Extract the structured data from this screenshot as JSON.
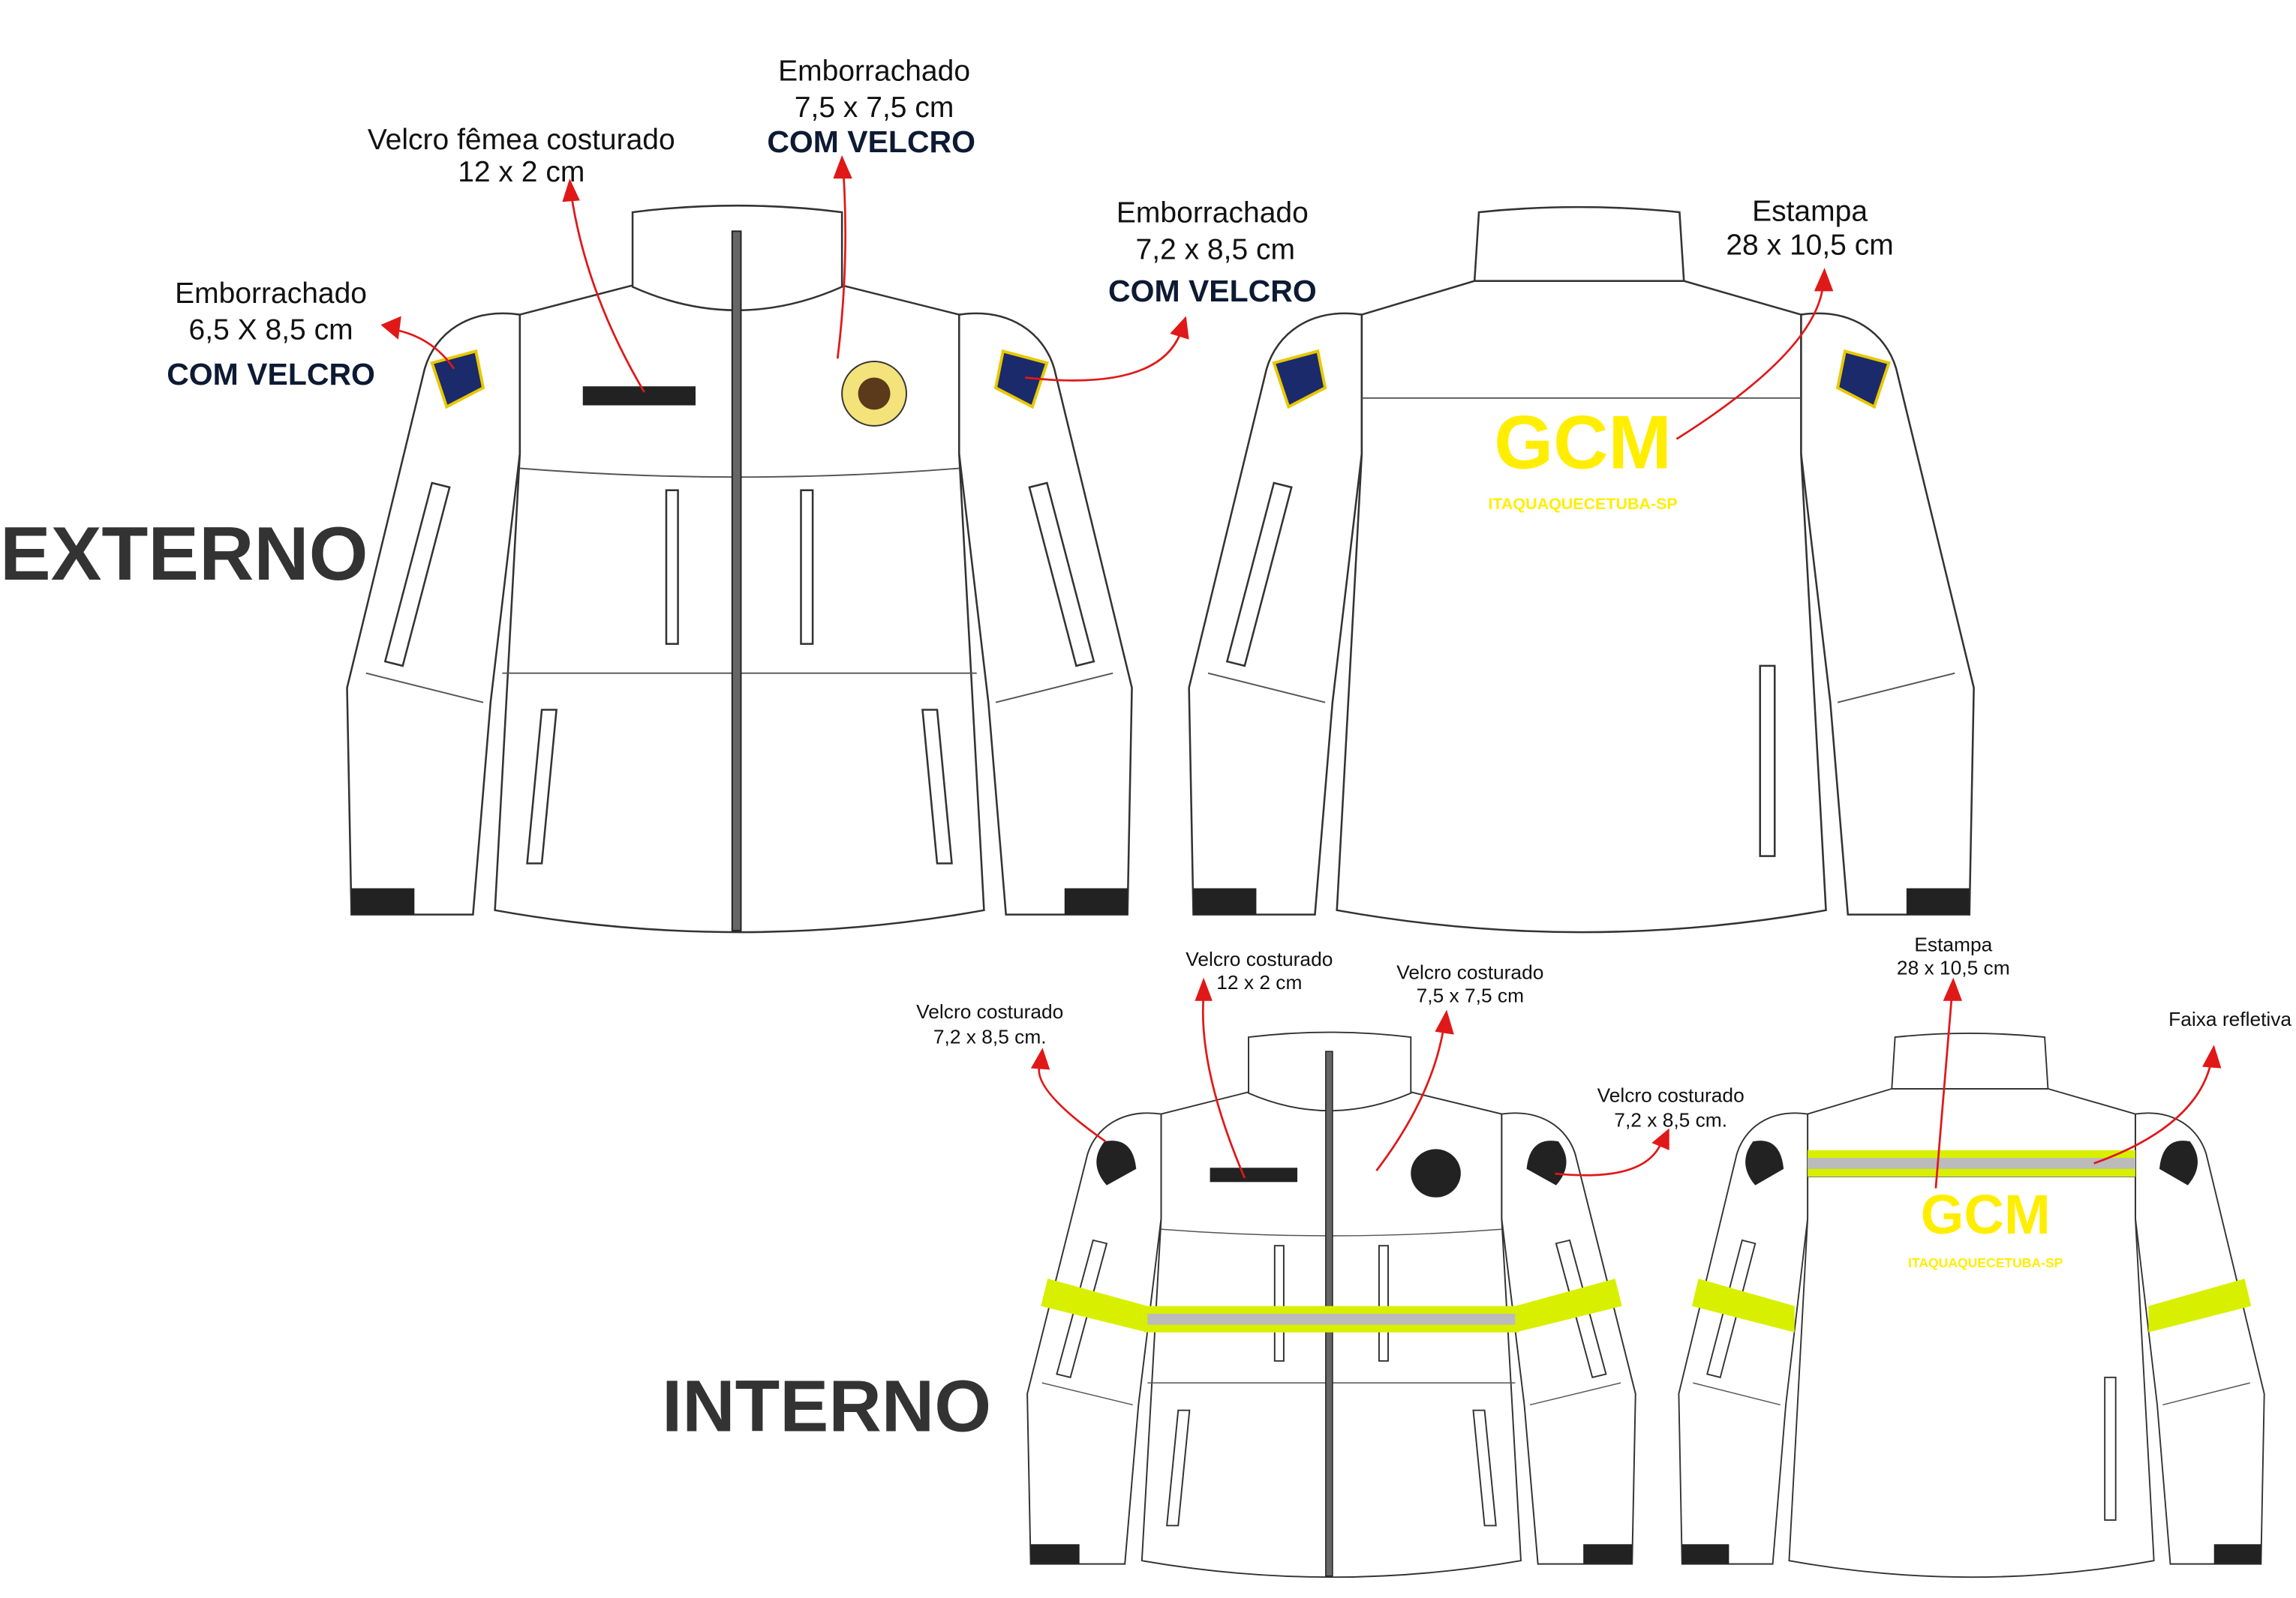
{
  "headings": {
    "external": "EXTERNO",
    "internal": "INTERNO"
  },
  "external": {
    "left_sleeve_label": {
      "line1": "Emborrachado",
      "line2": "6,5 X 8,5 cm",
      "line3": "COM VELCRO"
    },
    "name_velcro_label": {
      "line1": "Velcro fêmea costurado",
      "line2": "12 x 2 cm"
    },
    "chest_badge_label": {
      "line1": "Emborrachado",
      "line2": "7,5 x 7,5 cm",
      "line3": "COM VELCRO"
    },
    "right_sleeve_label": {
      "line1": "Emborrachado",
      "line2": "7,2 x 8,5 cm",
      "line3": "COM VELCRO"
    },
    "back_print_label": {
      "line1": "Estampa",
      "line2": "28 x 10,5 cm"
    },
    "back_print": {
      "title": "GCM",
      "subtitle": "ITAQUAQUECETUBA-SP"
    }
  },
  "internal": {
    "left_sleeve_label": {
      "line1": "Velcro costurado",
      "line2": "7,2 x 8,5 cm."
    },
    "name_velcro_label": {
      "line1": "Velcro costurado",
      "line2": "12 x 2 cm"
    },
    "chest_velcro_label": {
      "line1": "Velcro costurado",
      "line2": "7,5 x 7,5 cm"
    },
    "right_sleeve_label": {
      "line1": "Velcro costurado",
      "line2": "7,2 x 8,5 cm."
    },
    "back_print_label": {
      "line1": "Estampa",
      "line2": "28 x 10,5 cm"
    },
    "reflective_label": "Faixa refletiva",
    "back_print": {
      "title": "GCM",
      "subtitle": "ITAQUAQUECETUBA-SP"
    }
  },
  "colors": {
    "arrow": "#e01818",
    "print": "#ffee00",
    "reflective": "#d8f000"
  }
}
